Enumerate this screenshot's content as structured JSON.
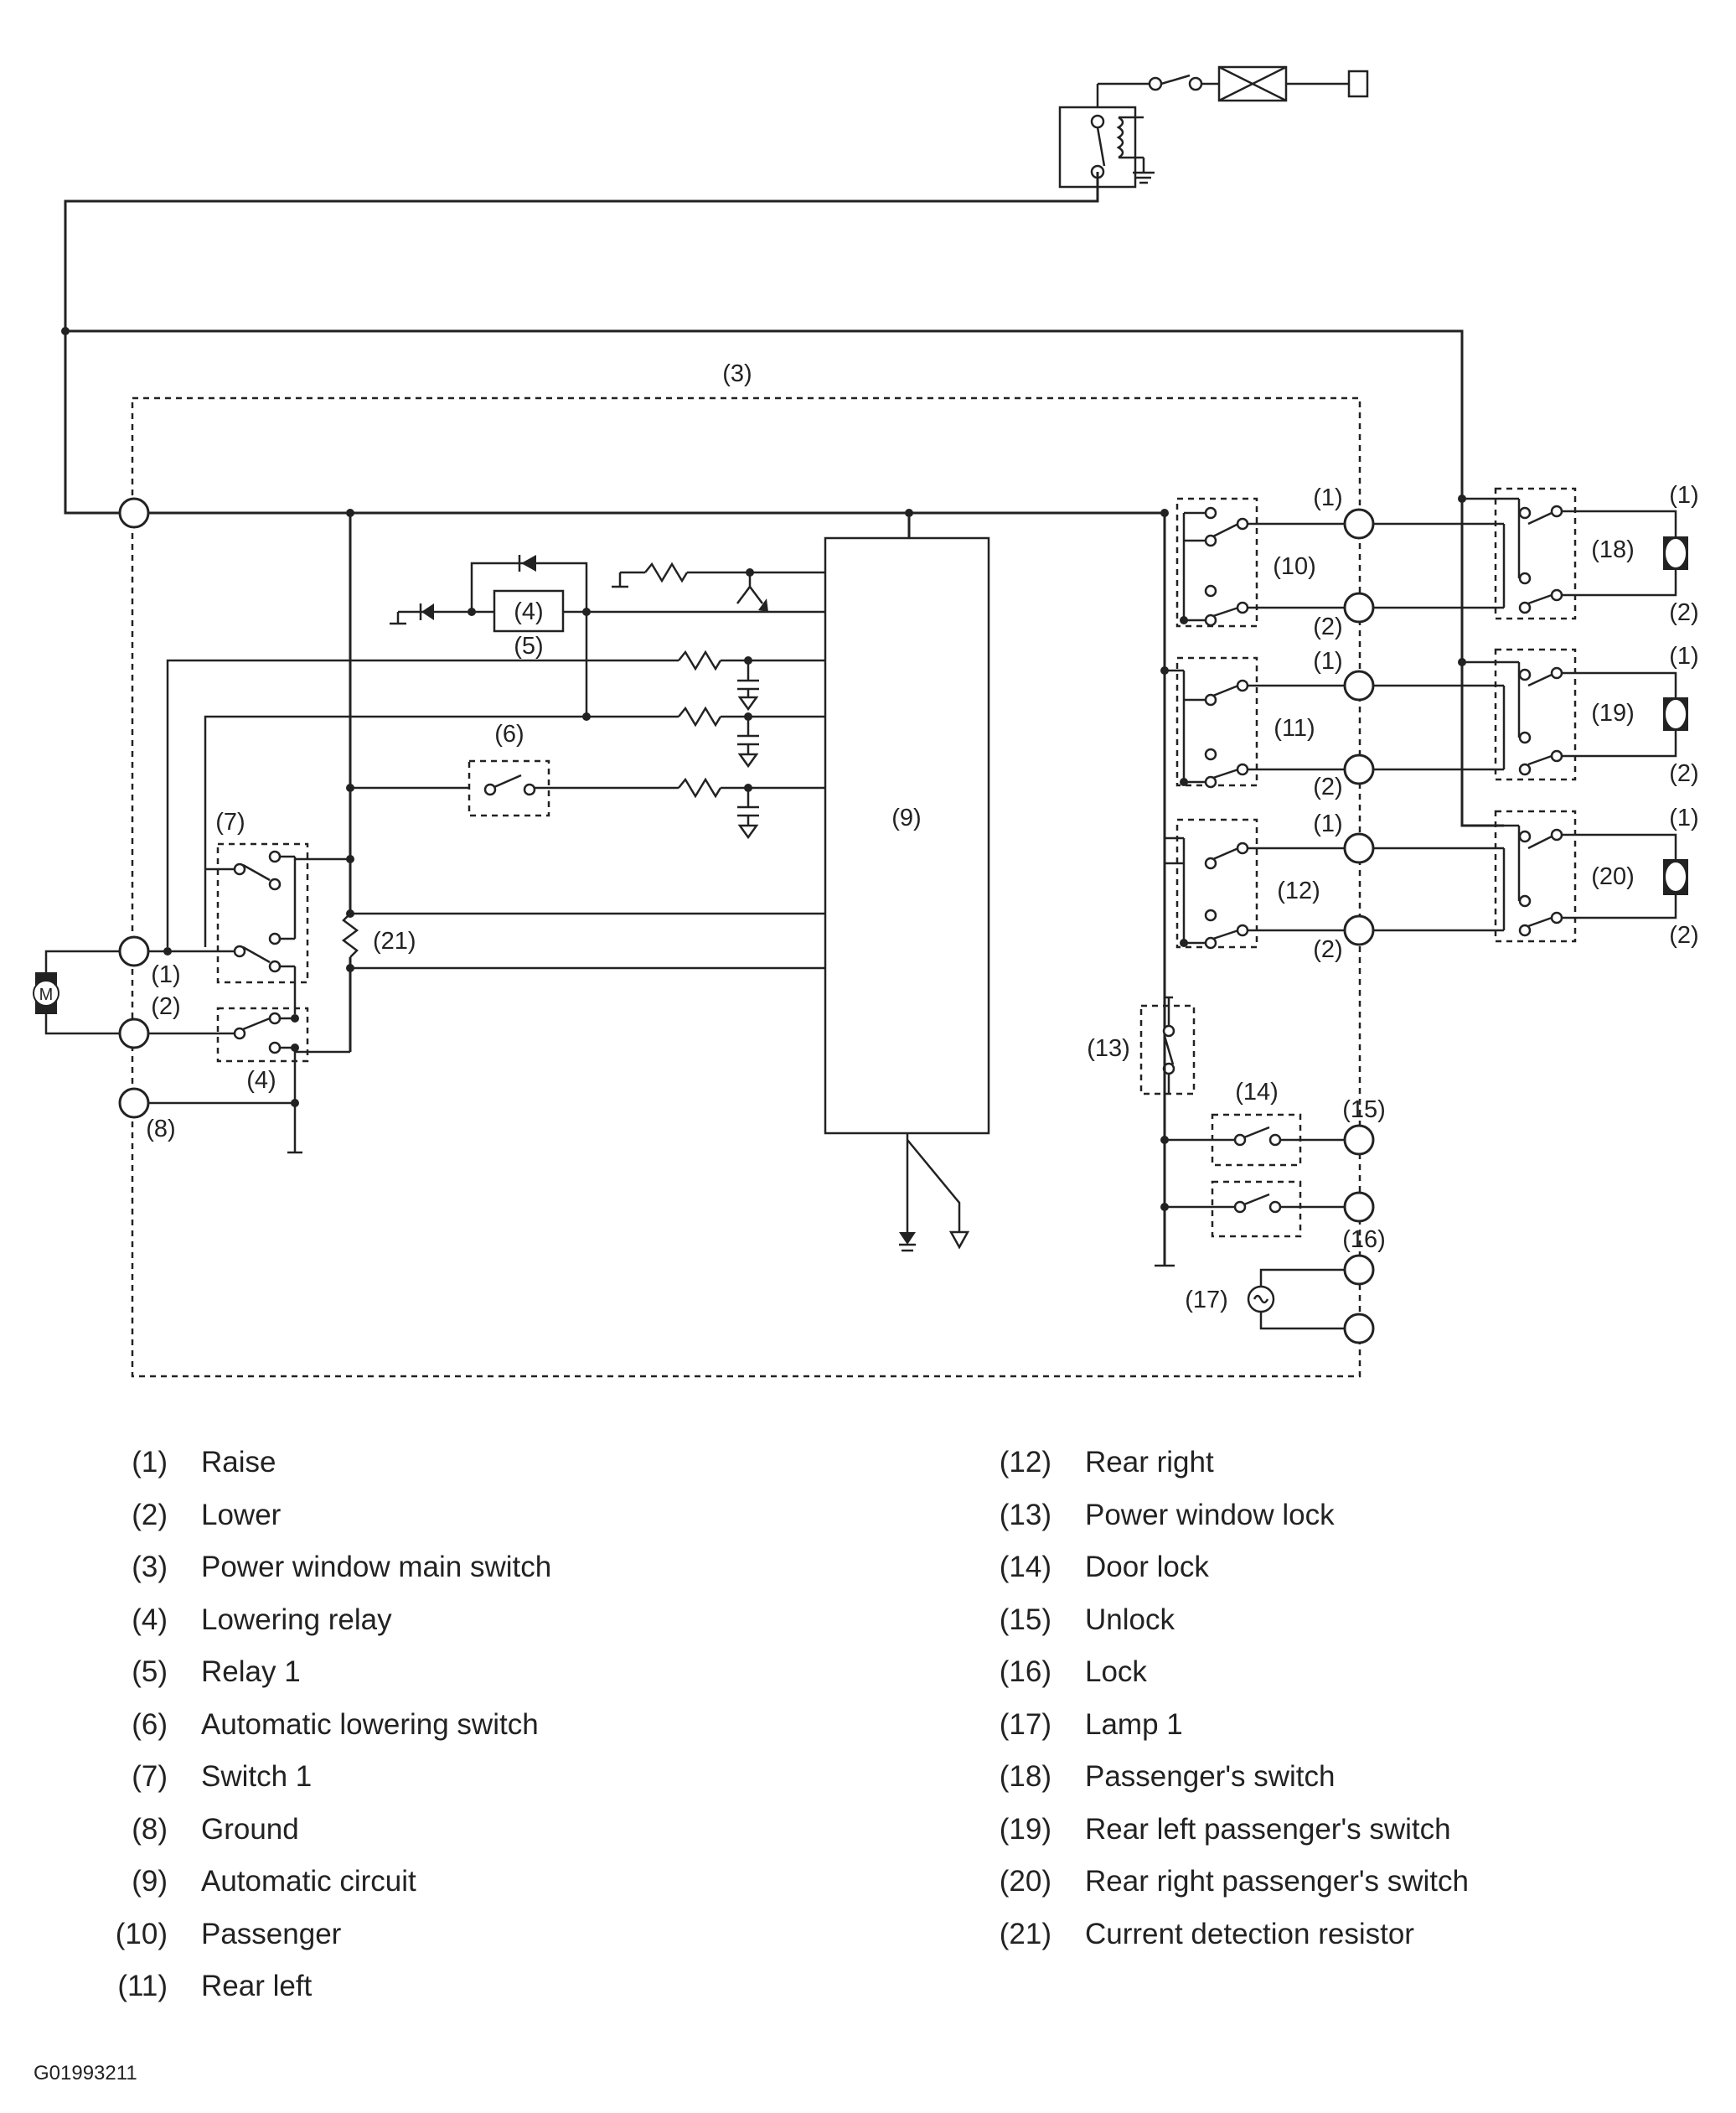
{
  "diagram": {
    "callouts": {
      "c3": "(3)",
      "c4_relay": "(4)",
      "c5": "(5)",
      "c6": "(6)",
      "c7": "(7)",
      "c9": "(9)",
      "c10": "(10)",
      "c11": "(11)",
      "c12": "(12)",
      "c13": "(13)",
      "c14": "(14)",
      "c15": "(15)",
      "c16": "(16)",
      "c17": "(17)",
      "c18": "(18)",
      "c19": "(19)",
      "c20": "(20)",
      "c21": "(21)",
      "motor_raise": "(1)",
      "motor_lower": "(2)",
      "lowering_relay_switch": "(4)",
      "ground": "(8)",
      "pass_raise": "(1)",
      "pass_lower": "(2)",
      "rl_raise": "(1)",
      "rl_lower": "(2)",
      "rr_raise": "(1)",
      "rr_lower": "(2)",
      "sw18_raise": "(1)",
      "sw18_lower": "(2)",
      "sw19_raise": "(1)",
      "sw19_lower": "(2)",
      "sw20_raise": "(1)",
      "sw20_lower": "(2)"
    },
    "motor_symbol": "M"
  },
  "legend": {
    "left": [
      {
        "num": "(1)",
        "label": "Raise"
      },
      {
        "num": "(2)",
        "label": "Lower"
      },
      {
        "num": "(3)",
        "label": "Power window main switch"
      },
      {
        "num": "(4)",
        "label": "Lowering relay"
      },
      {
        "num": "(5)",
        "label": "Relay 1"
      },
      {
        "num": "(6)",
        "label": "Automatic lowering switch"
      },
      {
        "num": "(7)",
        "label": "Switch 1"
      },
      {
        "num": "(8)",
        "label": "Ground"
      },
      {
        "num": "(9)",
        "label": "Automatic circuit"
      },
      {
        "num": "(10)",
        "label": "Passenger"
      },
      {
        "num": "(11)",
        "label": "Rear left"
      }
    ],
    "right": [
      {
        "num": "(12)",
        "label": "Rear right"
      },
      {
        "num": "(13)",
        "label": "Power window lock"
      },
      {
        "num": "(14)",
        "label": "Door lock"
      },
      {
        "num": "(15)",
        "label": "Unlock"
      },
      {
        "num": "(16)",
        "label": "Lock"
      },
      {
        "num": "(17)",
        "label": "Lamp 1"
      },
      {
        "num": "(18)",
        "label": "Passenger's switch"
      },
      {
        "num": "(19)",
        "label": "Rear left passenger's switch"
      },
      {
        "num": "(20)",
        "label": "Rear right passenger's switch"
      },
      {
        "num": "(21)",
        "label": "Current detection resistor"
      }
    ]
  },
  "figure_id": "G01993211"
}
